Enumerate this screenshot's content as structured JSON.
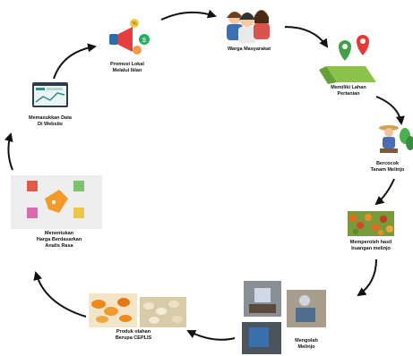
{
  "steps": [
    {
      "id": "promosi",
      "label": "Promosi Lokal\nMelalui Iklan"
    },
    {
      "id": "warga",
      "label": "Warga Masyarakat"
    },
    {
      "id": "lahan",
      "label": "Memiliki Lahan\nPertanian"
    },
    {
      "id": "tanam",
      "label": "Bercocok\nTanam Melinjo"
    },
    {
      "id": "panen",
      "label": "Memperoleh hasil\nbuangan melinjo"
    },
    {
      "id": "olah",
      "label": "Mengolah\nMelinjo"
    },
    {
      "id": "produk",
      "label": "Produk olahan\nBerupa CEPLIS"
    },
    {
      "id": "harga",
      "label": "Menentukan\nHarga Berdasarkan\nAnalis Rasa"
    },
    {
      "id": "website",
      "label": "Memasukkan Data\nDi Website"
    }
  ],
  "icons": [
    "megaphone-icon",
    "people-icon",
    "land-map-icon",
    "farmer-icon",
    "melinjo-harvest-photo",
    "processing-photo",
    "ceplis-product-photo",
    "price-tag-icon",
    "website-screen-icon"
  ],
  "colors": {
    "arrow": "#111111",
    "melinjo_orange": "#e8671f",
    "melinjo_green": "#5a8c2a",
    "web_teal": "#2f8f8a"
  }
}
